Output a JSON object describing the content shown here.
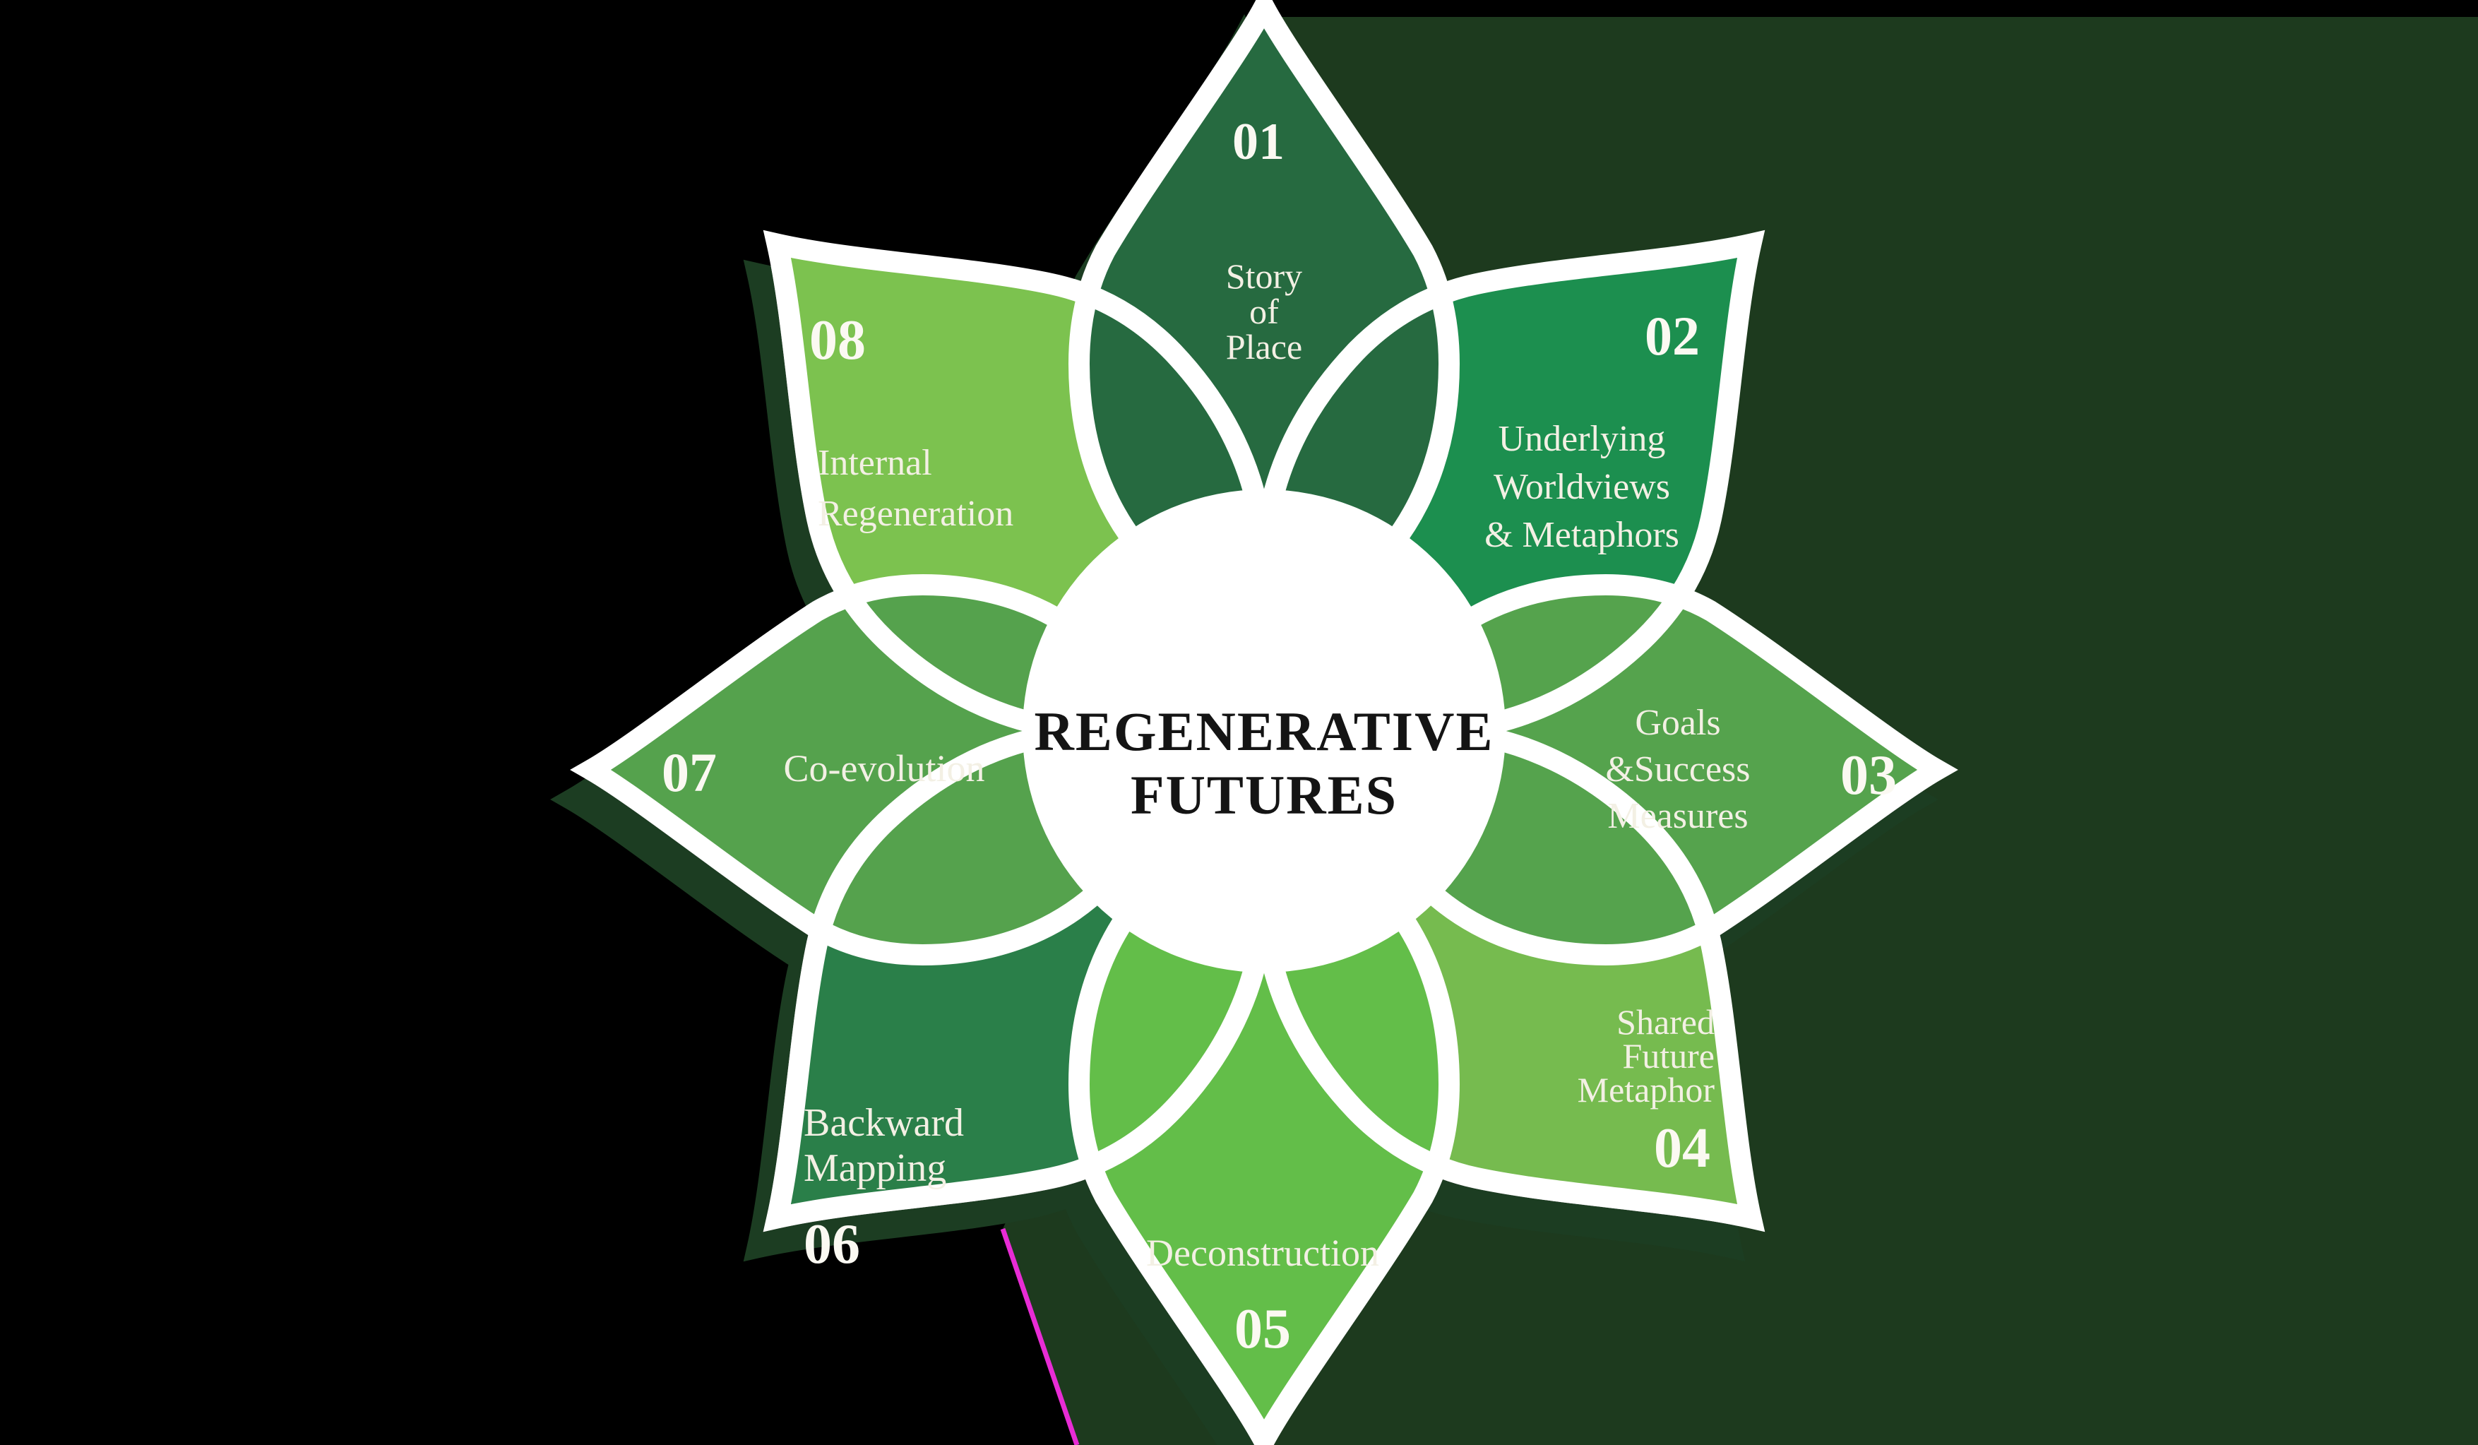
{
  "title": {
    "line1": "REGENERATIVE",
    "line2": "FUTURES",
    "color": "#141414"
  },
  "background": {
    "left": "#000000",
    "right": "#1D3A1E",
    "shadow": "#1E3C20",
    "accent_line": "#E82CD5"
  },
  "outline": "#FFFFFF",
  "center": {
    "fill": "#FFFFFF"
  },
  "text_color": {
    "label": "#F3F0E4",
    "number": "#FBF9F2"
  },
  "petals": [
    {
      "number": "01",
      "label": "Story of Place",
      "lines": [
        "Story",
        "of",
        "Place"
      ],
      "color": "#256B40",
      "position": "top"
    },
    {
      "number": "02",
      "label": "Underlying Worldviews & Metaphors",
      "lines": [
        "Underlying",
        "Worldviews",
        "& Metaphors"
      ],
      "color": "#1F8F4F",
      "position": "top-right"
    },
    {
      "number": "03",
      "label": "Goals & Success Measures",
      "lines": [
        "Goals",
        "&Success",
        "Measures"
      ],
      "color": "#55A34D",
      "position": "right"
    },
    {
      "number": "04",
      "label": "Shared Future Metaphor",
      "lines": [
        "Shared",
        "Future",
        "Metaphor"
      ],
      "color": "#76BB50",
      "position": "bottom-right"
    },
    {
      "number": "05",
      "label": "Deconstruction",
      "lines": [
        "Deconstruction"
      ],
      "color": "#64BE48",
      "position": "bottom"
    },
    {
      "number": "06",
      "label": "Backward Mapping",
      "lines": [
        "Backward",
        "Mapping"
      ],
      "color": "#2C7F48",
      "position": "bottom-left"
    },
    {
      "number": "07",
      "label": "Co-evolution",
      "lines": [
        "Co-evolution"
      ],
      "color": "#55A24D",
      "position": "left"
    },
    {
      "number": "08",
      "label": "Internal Regeneration",
      "lines": [
        "Internal",
        "Regeneration"
      ],
      "color": "#7CC24F",
      "position": "top-left"
    }
  ]
}
